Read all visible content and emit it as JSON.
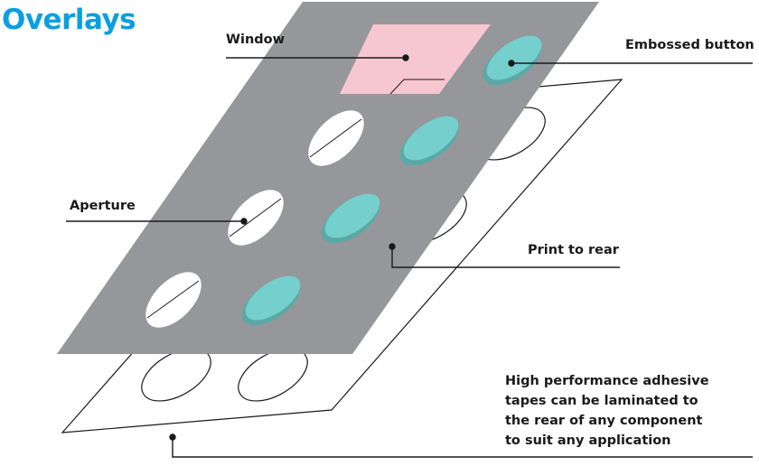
{
  "title": "Overlays",
  "labels": {
    "window": "Window",
    "embossed_button": "Embossed button",
    "aperture": "Aperture",
    "print_to_rear": "Print to rear",
    "adhesive_note": [
      "High performance adhesive",
      "tapes can be laminated to",
      "the rear of any component",
      "to suit any application"
    ]
  },
  "colors": {
    "title": "#0a9fe0",
    "overlay": "#96979a",
    "window": "#f6c7d0",
    "embossed": "#74cfcd",
    "line": "#1a1a1a"
  }
}
